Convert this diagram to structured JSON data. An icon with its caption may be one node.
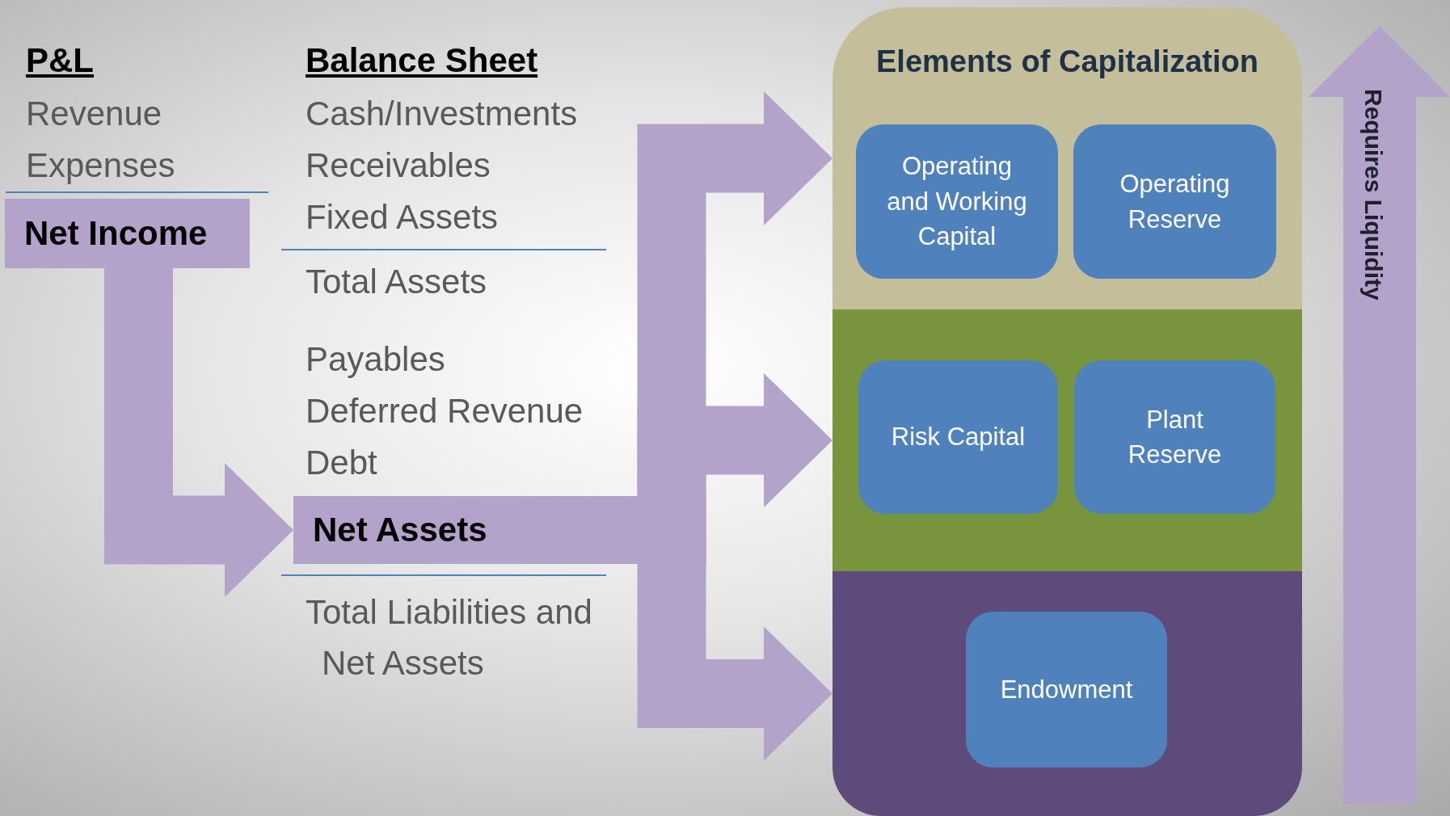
{
  "diagram": {
    "nodes": [
      {
        "text": [
          "Net Income"
        ]
      },
      {
        "text": [
          "Net Assets"
        ]
      },
      {
        "text": [
          "Elements of Capitalization"
        ]
      },
      {
        "text": [
          "Operating and Working Capital"
        ],
        "in": 2
      },
      {
        "text": [
          "Operating Reserve"
        ],
        "in": 2
      },
      {
        "text": [],
        "shape": "box"
      },
      {
        "text": [
          "Risk Capital"
        ],
        "in": 5
      },
      {
        "text": [
          "Plant Reserve"
        ],
        "in": 5
      },
      {
        "text": [],
        "shape": "box"
      },
      {
        "text": [
          "Endowment"
        ],
        "in": 8
      }
    ],
    "edges": [
      {
        "from": 0,
        "to": 1,
        "arrow": "to"
      },
      {
        "from": 1,
        "to": 2,
        "arrow": "to"
      },
      {
        "from": 1,
        "to": 5,
        "arrow": "to"
      },
      {
        "from": 1,
        "to": 8,
        "arrow": "to"
      }
    ],
    "labels": [
      "P&L",
      "Balance Sheet",
      "Revenue",
      "Cash/Investments",
      "Expenses",
      "Receivables",
      "Fixed Assets",
      "Total Assets",
      "Payables",
      "Deferred Revenue",
      "Debt",
      "Total Liabilities and Net Assets",
      "Requires Liquidity"
    ]
  }
}
